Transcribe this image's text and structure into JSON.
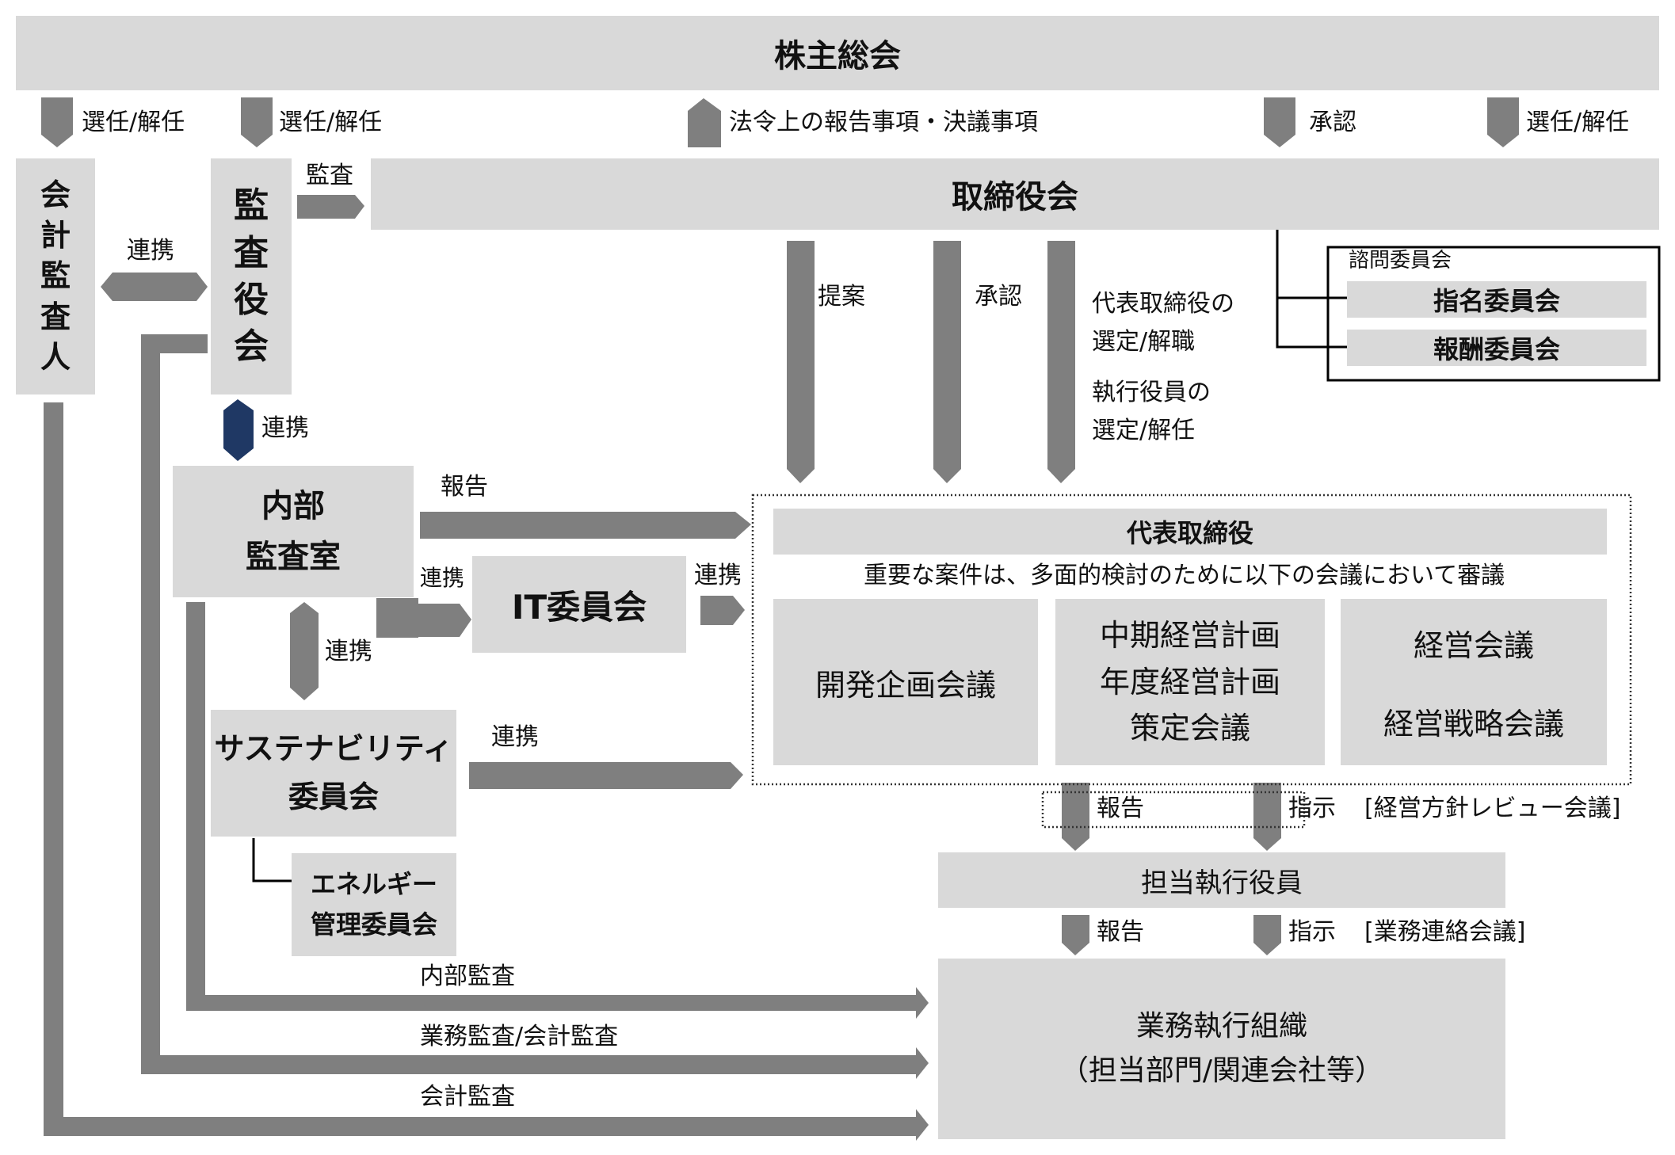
{
  "title_box": "株主総会",
  "top_labels": {
    "l1": "選任/解任",
    "l2": "選任/解任",
    "l3": "法令上の報告事項・決議事項",
    "l4": "承認",
    "l5": "選任/解任"
  },
  "kaikei_kansanin": [
    "会",
    "計",
    "監",
    "査",
    "人"
  ],
  "kansayaku": [
    "監",
    "査",
    "役",
    "会"
  ],
  "board": "取締役会",
  "advisory": {
    "title": "諮問委員会",
    "nominate": "指名委員会",
    "compensation": "報酬委員会"
  },
  "labels": {
    "kansa": "監査",
    "renkei_top": "連携",
    "renkei_kansa_naibu": "連携",
    "teian": "提案",
    "shonin": "承認",
    "daihyo_sentei": "代表取締役の\n選定/解職",
    "shikko_sentei": "執行役員の\n選定/解任",
    "hokoku_naibu": "報告",
    "renkei_it_left": "連携",
    "renkei_it_right": "連携",
    "renkei_naibu_sus": "連携",
    "renkei_sus": "連携",
    "hokoku_daihyo": "報告",
    "shiji_daihyo": "指示",
    "review": "[経営方針レビュー会議]",
    "hokoku_tanto": "報告",
    "shiji_tanto": "指示",
    "gyomu_renraku": "[業務連絡会議]",
    "naibu_kansa": "内部監査",
    "gyomu_kaikei": "業務監査/会計監査",
    "kaikei_kansa": "会計監査"
  },
  "naibu_kansashitsu": "内部\n監査室",
  "it_committee": "IT委員会",
  "sustainability": "サステナビリティ\n委員会",
  "energy": "エネルギー\n管理委員会",
  "daihyo": {
    "title": "代表取締役",
    "subtitle": "重要な案件は、多面的検討のために以下の会議において審議",
    "meeting1": "開発企画会議",
    "meeting2": "中期経営計画\n年度経営計画\n策定会議",
    "meeting3_a": "経営会議",
    "meeting3_b": "経営戦略会議"
  },
  "tanto": "担当執行役員",
  "gyomu": "業務執行組織\n（担当部門/関連会社等）",
  "colors": {
    "box": "#d9d9d9",
    "arrow": "#7f7f7f",
    "navy": "#1f3864"
  }
}
